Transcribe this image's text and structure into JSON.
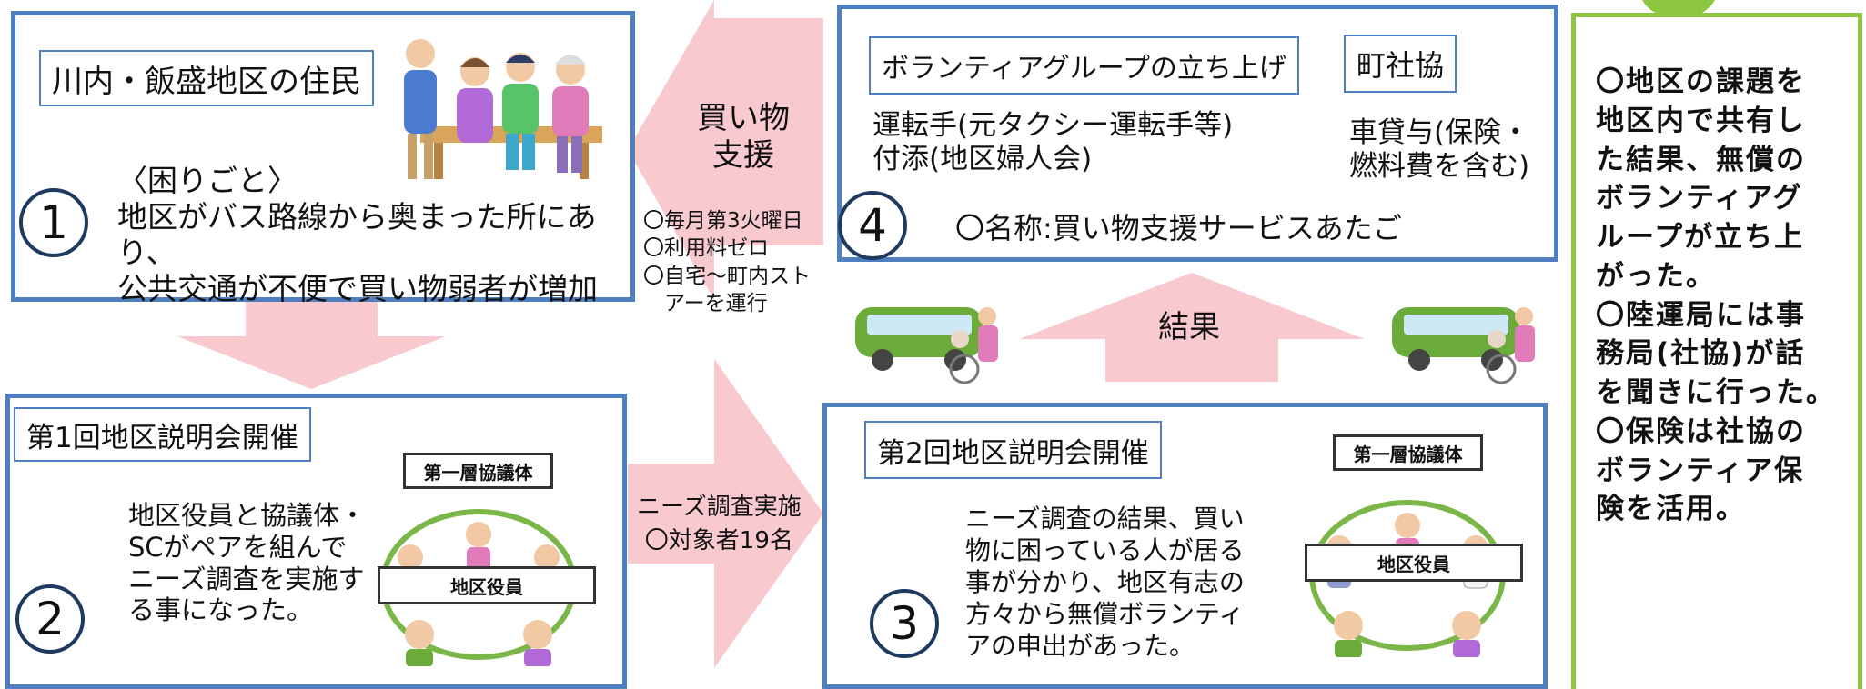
{
  "panel1": {
    "title": "川内・飯盛地区の住民",
    "number": "1",
    "lines": [
      "〈困りごと〉",
      "地区がバス路線から奥まった所にあり、",
      "公共交通が不便で買い物弱者が増加"
    ]
  },
  "arrow_left": {
    "label": [
      "買い物",
      "支援"
    ],
    "notes": [
      "〇毎月第3火曜日",
      "〇利用料ゼロ",
      "〇自宅〜町内スト",
      "　アーを運行"
    ]
  },
  "panel4": {
    "title": "ボランティアグループの立ち上げ",
    "org": "町社協",
    "number": "4",
    "left_lines": [
      "運転手(元タクシー運転手等)",
      "付添(地区婦人会)"
    ],
    "right_lines": [
      "車貸与(保険・",
      "燃料費を含む)"
    ],
    "name_line": "〇名称:買い物支援サービスあたご"
  },
  "arrow_up": {
    "label": "結果"
  },
  "panel2": {
    "title": "第1回地区説明会開催",
    "number": "2",
    "lines": [
      "地区役員と協議体・",
      "SCがペアを組んで",
      "ニーズ調査を実施す",
      "る事になった。"
    ],
    "badge_top": "第一層協議体",
    "badge_mid": "地区役員"
  },
  "arrow_right": {
    "lines": [
      "ニーズ調査実施",
      "〇対象者19名"
    ]
  },
  "panel3": {
    "title": "第2回地区説明会開催",
    "number": "3",
    "lines": [
      "ニーズ調査の結果、買い",
      "物に困っている人が居る",
      "事が分かり、地区有志の",
      "方々から無償ボランティ",
      "アの申出があった。"
    ],
    "badge_top": "第一層協議体",
    "badge_mid": "地区役員"
  },
  "sidebar": {
    "lines": [
      "〇地区の課題を",
      "地区内で共有し",
      "た結果、無償の",
      "ボランティアグ",
      "ループが立ち上",
      "がった。",
      "〇陸運局には事",
      "務局(社協)が話",
      "を聞きに行った。",
      "〇保険は社協の",
      "ボランティア保",
      "険を活用。"
    ]
  },
  "colors": {
    "panel_border": "#4f7fbf",
    "arrow": "#f8c9cf",
    "side_border": "#8dc63f",
    "circle_ring": "#7ab648"
  }
}
